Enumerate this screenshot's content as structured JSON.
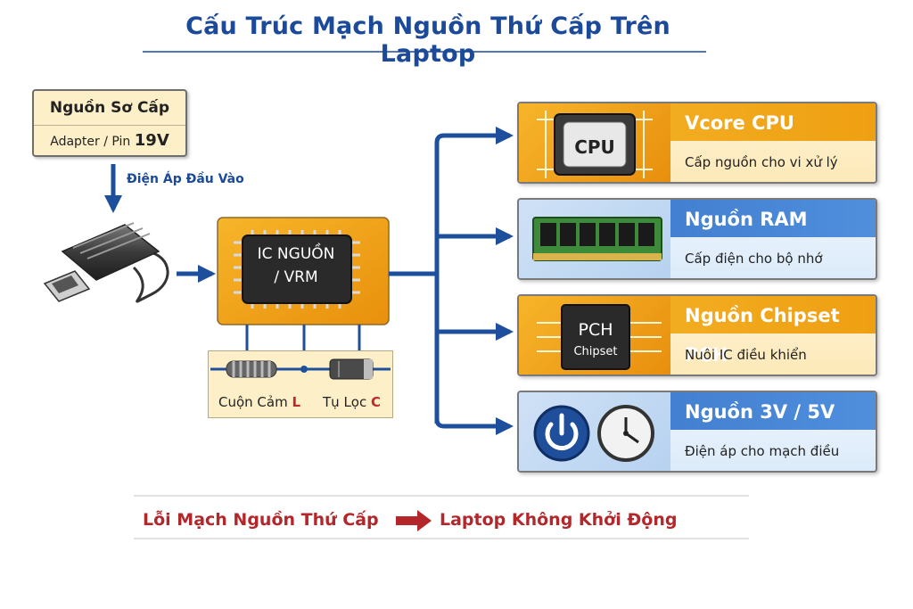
{
  "title": "Cấu Trúc Mạch Nguồn Thứ Cấp Trên Laptop",
  "primary": {
    "title": "Nguồn Sơ Cấp",
    "sub_prefix": "Adapter / Pin ",
    "sub_voltage": "19V"
  },
  "input_label": "Điện Áp Đầu Vào",
  "ic": {
    "line1": "IC NGUỒN",
    "line2": "/ VRM"
  },
  "components": {
    "inductor": {
      "label": "Cuộn Cảm ",
      "symbol": "L"
    },
    "capacitor": {
      "label": "Tụ Lọc ",
      "symbol": "C"
    }
  },
  "outputs": [
    {
      "title": "Vcore CPU",
      "desc": "Cấp nguồn cho vi xử lý",
      "chip_text": "CPU"
    },
    {
      "title": "Nguồn RAM",
      "desc": "Cấp điện cho bộ nhớ"
    },
    {
      "title": "Nguồn Chipset PCH",
      "desc": "Nuôi IC điều khiển",
      "chip_text": "PCH",
      "chip_sub": "Chipset"
    },
    {
      "title": "Nguồn 3V / 5V",
      "desc": "Điện áp cho mạch điều khiển"
    }
  ],
  "footer": {
    "cause": "Lỗi Mạch Nguồn Thứ Cấp",
    "effect": "Laptop Không Khởi Động"
  },
  "colors": {
    "title_blue": "#1b4a9a",
    "arrow_blue": "#1e4f9c",
    "orange": "#f5a21a",
    "panel_blue": "#3a74c8",
    "footer_red": "#b3262a"
  }
}
